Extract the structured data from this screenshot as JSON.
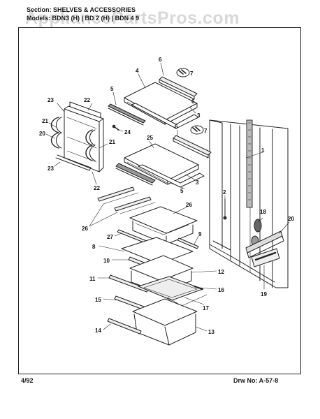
{
  "header": {
    "section_label": "Section:",
    "section_value": "SHELVES & ACCESSORIES",
    "models_label": "Models:",
    "models_value": "BDN3 (H) | BD 2  (H) | BDN 4 9"
  },
  "watermark": "AppliancePartsPros.com",
  "footer": {
    "date": "4/92",
    "drawing": "Drw No:  A-57-8"
  },
  "callouts": {
    "c1": "1",
    "c2": "2",
    "c3a": "3",
    "c3b": "3",
    "c4": "4",
    "c5a": "5",
    "c5b": "5",
    "c6a": "6",
    "c6b": "6",
    "c6c": "6",
    "c7a": "7",
    "c7b": "7",
    "c8": "8",
    "c9": "9",
    "c10": "10",
    "c11": "11",
    "c12": "12",
    "c13": "13",
    "c14": "14",
    "c15": "15",
    "c16": "16",
    "c17": "17",
    "c18": "18",
    "c19": "19",
    "c20": "20",
    "c21a": "21",
    "c21b": "21",
    "c22a": "22",
    "c22b": "22",
    "c23a": "23",
    "c23b": "23",
    "c24": "24",
    "c25": "25",
    "c26a": "26",
    "c26b": "26",
    "c27": "27"
  }
}
